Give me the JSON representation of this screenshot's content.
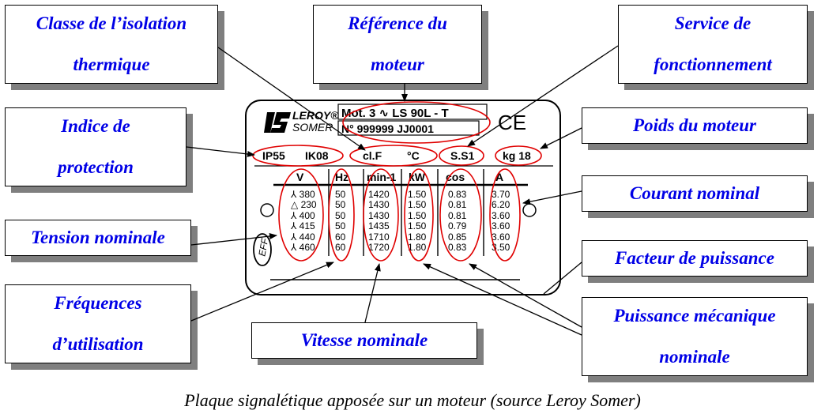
{
  "labels": {
    "insulation_class": [
      "Classe de l’isolation",
      "thermique"
    ],
    "motor_reference": [
      "Référence du",
      "moteur"
    ],
    "operating_service": [
      "Service de",
      "fonctionnement"
    ],
    "protection_index": [
      "Indice de",
      "protection"
    ],
    "motor_weight": "Poids du moteur",
    "rated_current": "Courant nominal",
    "rated_voltage": "Tension nominale",
    "power_factor": "Facteur de puissance",
    "frequencies": [
      "Fréquences",
      "d’utilisation"
    ],
    "rated_speed": "Vitesse nominale",
    "mechanical_power": [
      "Puissance mécanique",
      "nominale"
    ]
  },
  "plate": {
    "brand_line1": "LEROY®",
    "brand_line2": "SOMER",
    "model": "Mot. 3 ∿ LS 90L - T",
    "serial": "N° 999999 JJ0001",
    "ce_mark": "CE",
    "ip": "IP55",
    "ik": "IK08",
    "insulation": "cl.F",
    "temp_unit": "°C",
    "service": "S.S1",
    "weight": "kg 18",
    "eff_logo": "EFF",
    "columns": [
      "V",
      "Hz",
      "min-1",
      "kW",
      "cos",
      "A"
    ],
    "rows": [
      [
        "⅄ 380",
        "50",
        "1420",
        "1.50",
        "0.83",
        "3.70"
      ],
      [
        "△ 230",
        "50",
        "1430",
        "1.50",
        "0.81",
        "6.20"
      ],
      [
        "⅄ 400",
        "50",
        "1430",
        "1.50",
        "0.81",
        "3.60"
      ],
      [
        "⅄ 415",
        "50",
        "1435",
        "1.50",
        "0.79",
        "3.60"
      ],
      [
        "⅄ 440",
        "60",
        "1710",
        "1.80",
        "0.85",
        "3.60"
      ],
      [
        "⅄ 460",
        "60",
        "1720",
        "1.80",
        "0.83",
        "3.50"
      ]
    ]
  },
  "caption": "Plaque signalétique apposée sur un moteur (source Leroy Somer)",
  "colors": {
    "label_text": "#0000e6",
    "ellipse": "#e00000",
    "shadow": "#7f7f7f"
  }
}
